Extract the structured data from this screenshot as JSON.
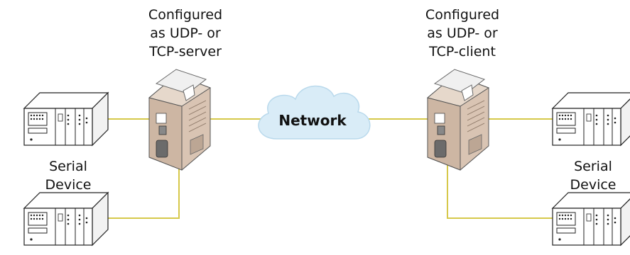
{
  "diagram": {
    "server_label": [
      "Configured",
      "as UDP- or",
      "TCP-server"
    ],
    "client_label": [
      "Configured",
      "as UDP- or",
      "TCP-client"
    ],
    "network_label": "Network",
    "left_device_label": [
      "Serial",
      "Device"
    ],
    "right_device_label": [
      "Serial",
      "Device"
    ]
  },
  "colors": {
    "wire": "#d6c84a",
    "cloud": "#d9ecf7",
    "cloud_stroke": "#b9d9ec",
    "device_body": "#d9c4b3"
  },
  "icons": [
    "serial-device-icon",
    "serial-server-icon",
    "network-cloud-icon"
  ]
}
